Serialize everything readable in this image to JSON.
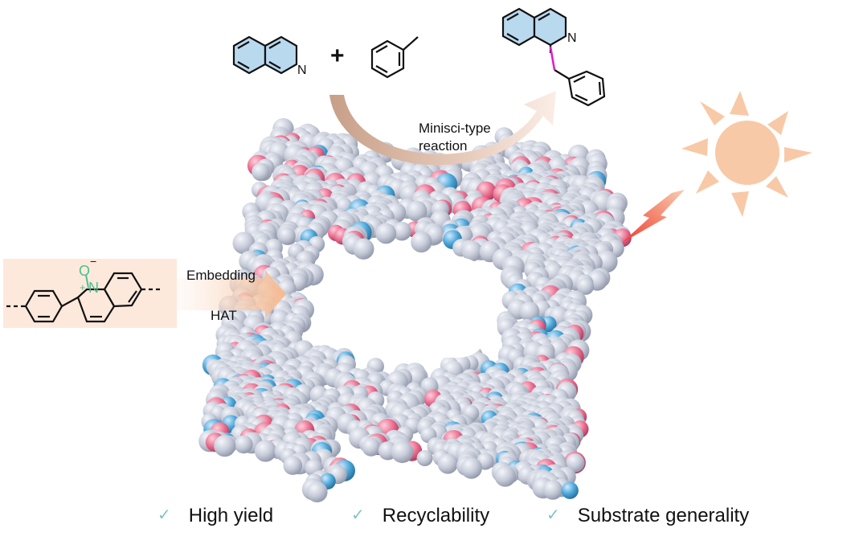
{
  "reaction": {
    "plus": "+",
    "arrow_label_line1": "Minisci-type",
    "arrow_label_line2": "reaction",
    "n_label": "N"
  },
  "linker": {
    "o_label": "O",
    "o_charge": "−",
    "n_label": "N",
    "n_charge": "+",
    "embedding_label": "Embedding",
    "hat_label": "HAT"
  },
  "features": [
    {
      "check": "✓",
      "text": "High yield"
    },
    {
      "check": "✓",
      "text": "Recyclability"
    },
    {
      "check": "✓",
      "text": "Substrate generality"
    }
  ],
  "colors": {
    "ring_fill": "#b9d9ef",
    "arrow": "#c9a38d",
    "new_bond": "#e020d0",
    "n_oxide": "#4dbf8f",
    "sun": "#f8c9a7",
    "linker_bg": "#fde9dc",
    "framework_atom": "#c8ccd9",
    "oxygen_atom": "#e8698a",
    "nitrogen_atom": "#4aa6d8",
    "check": "#7fc3d0"
  }
}
